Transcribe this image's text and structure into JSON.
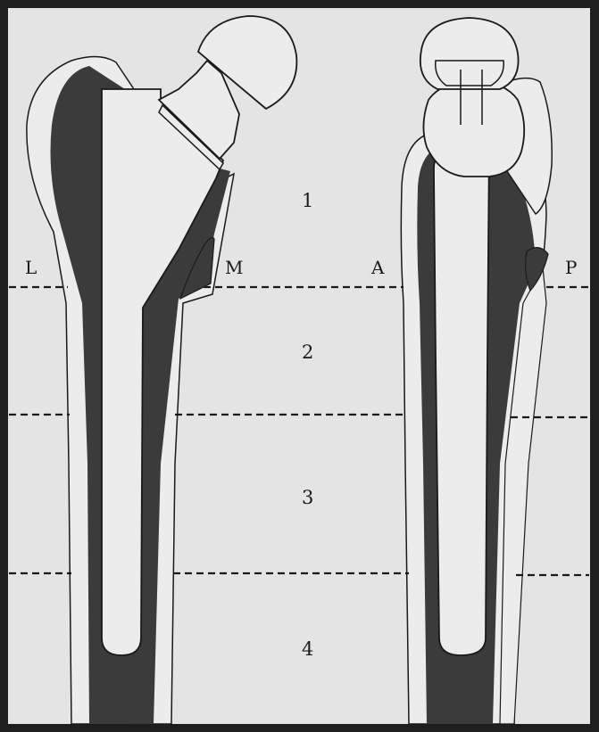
{
  "colors": {
    "frame": "#1e1e1e",
    "paper": "#e4e4e4",
    "cement": "#3b3b3b",
    "implant": "#ececec",
    "line": "#1a1a1a"
  },
  "labels": {
    "lateral": "L",
    "medial": "M",
    "anterior": "A",
    "posterior": "P"
  },
  "zones": [
    "1",
    "2",
    "3",
    "4"
  ]
}
